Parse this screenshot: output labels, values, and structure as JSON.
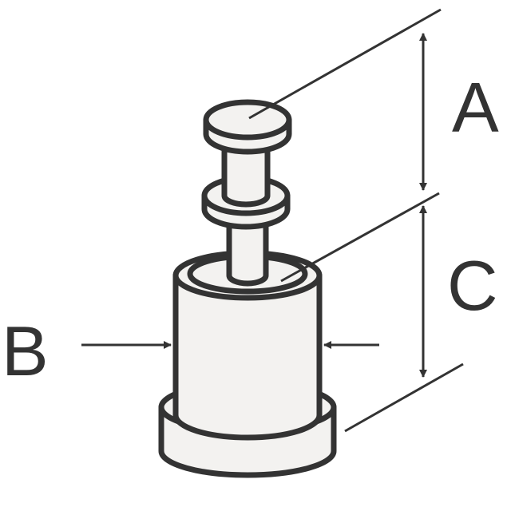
{
  "labels": {
    "a": "A",
    "b": "B",
    "c": "C"
  },
  "colors": {
    "line": "#333333",
    "fill": "#f3f2f0",
    "background": "#ffffff"
  }
}
